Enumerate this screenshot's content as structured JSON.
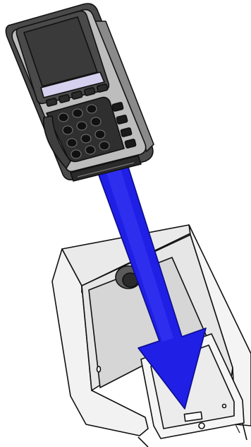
{
  "figure": {
    "kind": "installation-illustration",
    "depicts": [
      "payment-terminal",
      "terminal-stand",
      "insertion-arrow"
    ],
    "colors": {
      "terminal_body": "#b9b9b9",
      "terminal_frame": "#4a4a4a",
      "screen": "#3a3a3a",
      "screen_strip": "#d4d0ee",
      "keypad": "#2f2f2f",
      "key": "#111111",
      "stand_outer": "#f2f2f2",
      "stand_inner": "#d9d9d9",
      "outline": "#111111",
      "arrow": "#1f1fe6",
      "arrow_edge": "#0d0d8a"
    }
  }
}
